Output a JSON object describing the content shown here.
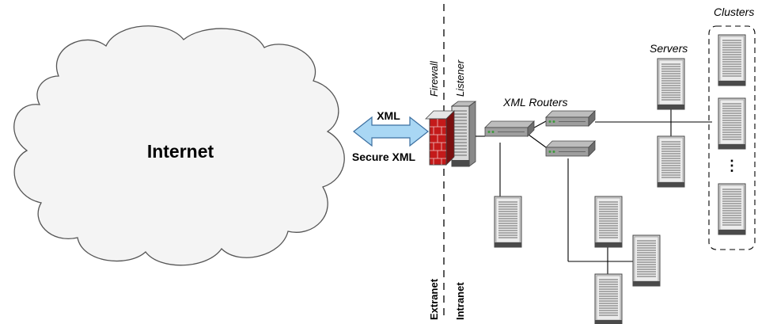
{
  "labels": {
    "internet": "Internet",
    "xml": "XML",
    "secure_xml": "Secure XML",
    "firewall": "Firewall",
    "listener": "Listener",
    "xml_routers": "XML Routers",
    "servers": "Servers",
    "clusters": "Clusters",
    "ellipsis": "⋮",
    "extranet": "Extranet",
    "intranet": "Intranet"
  },
  "colors": {
    "cloud_fill": "#f4f4f4",
    "arrow_fill": "#a9d7f4",
    "arrow_stroke": "#3b6fa0",
    "firewall_red": "#c41a1a",
    "firewall_light": "#e6e6e6",
    "server_body": "#d7d7d7",
    "server_dark": "#5a5a5a",
    "router_body": "#9a9a9a"
  },
  "icons": {
    "cloud": "cloud-icon",
    "firewall": "brick-firewall-icon",
    "listener": "server-tower-icon",
    "router": "network-router-icon",
    "server": "server-tower-icon"
  }
}
